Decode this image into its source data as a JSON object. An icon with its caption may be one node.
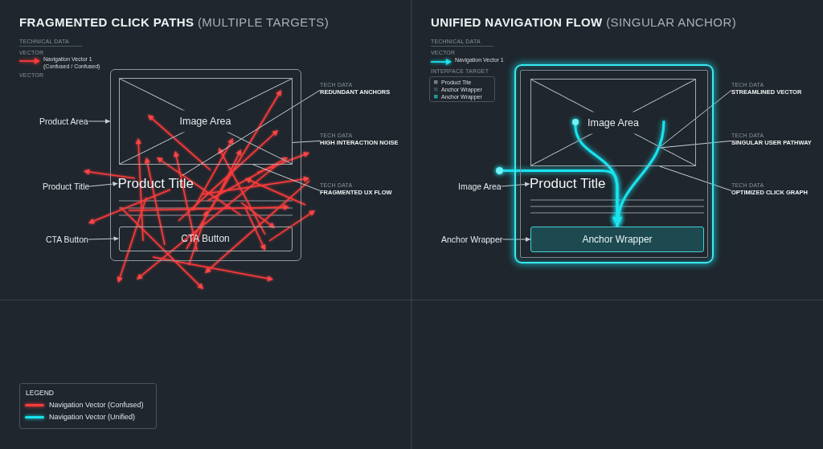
{
  "diagram": {
    "nodes": [
      {
        "text": [],
        "shape": "box"
      },
      {
        "text": [
          "Image Area"
        ],
        "in": 0
      },
      {
        "text": [
          "Product Title"
        ],
        "in": 0
      },
      {
        "text": [
          "CTA Button"
        ],
        "in": 0
      },
      {
        "text": [
          "Product Area"
        ]
      },
      {
        "text": [
          "Product Title"
        ]
      },
      {
        "text": [
          "CTA Button"
        ]
      },
      {
        "text": [
          "TECH DATA",
          "REDUNDANT ANCHORS"
        ]
      },
      {
        "text": [
          "TECH DATA",
          "HIGH INTERACTION NOISE"
        ]
      },
      {
        "text": [
          "TECH DATA",
          "FRAGMENTED UX FLOW"
        ]
      },
      {
        "text": [],
        "shape": "box"
      },
      {
        "text": [
          "Image Area"
        ],
        "in": 10
      },
      {
        "text": [
          "Product Title"
        ],
        "in": 10
      },
      {
        "text": [
          "Anchor Wrapper"
        ],
        "in": 10
      },
      {
        "text": [],
        "shape": "circle",
        "in": 11
      },
      {
        "text": [],
        "shape": "circle"
      },
      {
        "text": [
          "Image Area"
        ]
      },
      {
        "text": [
          "Anchor Wrapper"
        ]
      },
      {
        "text": [
          "TECH DATA",
          "STREAMLINED VECTOR"
        ]
      },
      {
        "text": [
          "TECH DATA",
          "SINGULAR USER PATHWAY"
        ]
      },
      {
        "text": [
          "TECH DATA",
          "OPTIMIZED CLICK GRAPH"
        ]
      }
    ],
    "edges": [
      {
        "from": 4,
        "to": 0,
        "arrow": "to"
      },
      {
        "from": 5,
        "to": 2,
        "arrow": "to"
      },
      {
        "from": 6,
        "to": 3,
        "arrow": "to"
      },
      {
        "from": 7,
        "to": 2,
        "arrow": "none"
      },
      {
        "from": 8,
        "to": 1,
        "arrow": "none"
      },
      {
        "from": 9,
        "to": 1,
        "arrow": "none"
      },
      {
        "from": 16,
        "to": 12,
        "arrow": "to"
      },
      {
        "from": 17,
        "to": 13,
        "arrow": "to"
      },
      {
        "from": 18,
        "to": null,
        "arrow": "none"
      },
      {
        "from": 19,
        "to": null,
        "arrow": "none"
      },
      {
        "from": 20,
        "to": 11,
        "arrow": "none"
      },
      {
        "from": 15,
        "to": 13,
        "arrow": "to",
        "style": "thick",
        "color": "#19e3ee"
      },
      {
        "from": 14,
        "to": 13,
        "arrow": "to",
        "style": "thick",
        "color": "#19e3ee"
      },
      {
        "from": 11,
        "to": 13,
        "arrow": "to",
        "style": "thick",
        "color": "#19e3ee"
      }
    ],
    "labels": [
      "**FRAGMENTED CLICK PATHS** (MULTIPLE TARGETS)",
      "TECHNICAL DATA",
      "VECTOR",
      "Navigation Vector 1 (Confused / Confused)",
      "VECTOR",
      "**UNIFIED NAVIGATION FLOW** (SINGULAR ANCHOR)",
      "TECHNICAL DATA",
      "VECTOR",
      "Navigation Vector 1",
      "INTERFACE TARGET",
      "Product Tite",
      "Anchor Wrapper",
      "Anchor Wrapper",
      "LEGEND"
    ],
    "legend": [
      {
        "text": "Navigation Vector (Confused)",
        "color": "#ff3b3b"
      },
      {
        "text": "Navigation Vector (Unified)",
        "color": "#19e3ee"
      }
    ]
  }
}
